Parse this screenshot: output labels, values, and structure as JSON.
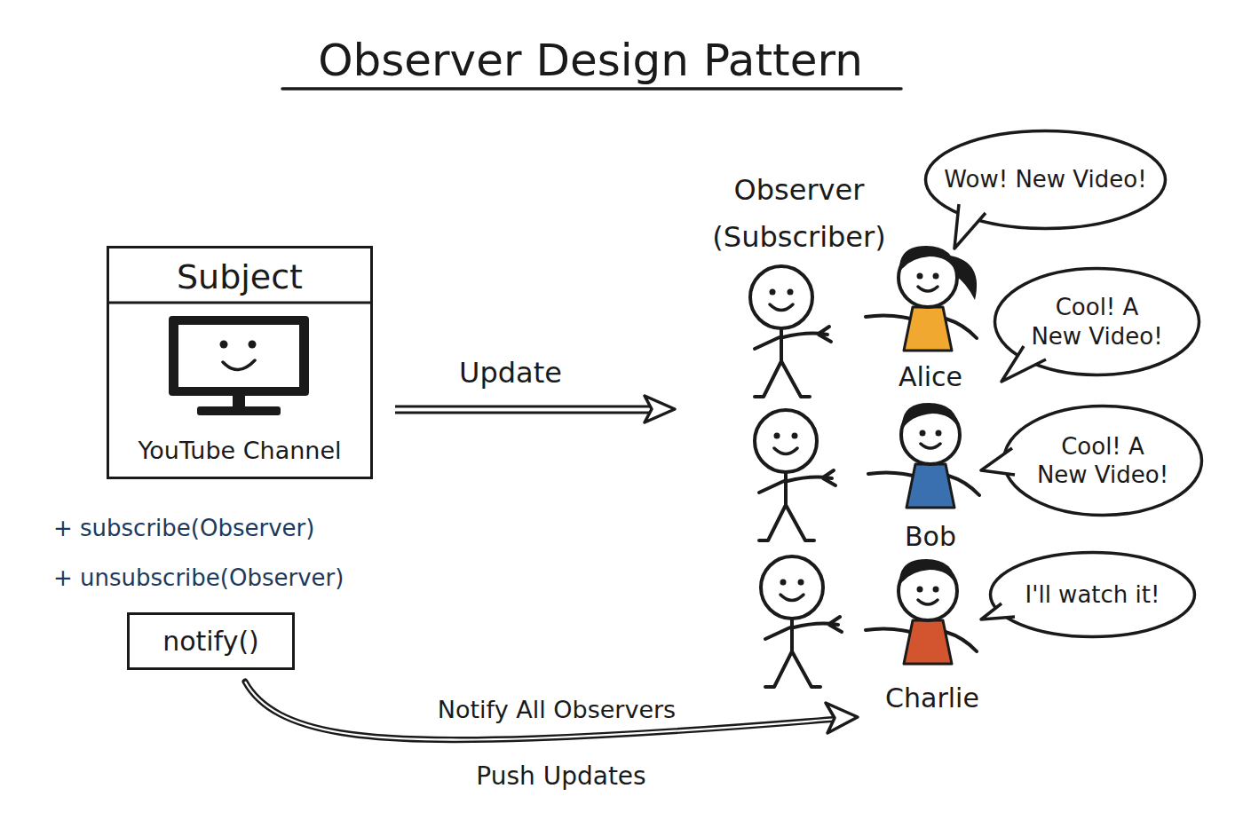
{
  "diagram": {
    "title": "Observer Design Pattern",
    "nodes": [
      {
        "text": [
          "Subject",
          "YouTube Channel"
        ]
      },
      {
        "text": [
          "notify()"
        ]
      },
      {
        "text": [
          "Wow! New Video!"
        ]
      },
      {
        "text": [
          "Cool! A New Video!"
        ]
      },
      {
        "text": [
          "Cool! A New Video!"
        ]
      },
      {
        "text": [
          "I'll watch it!"
        ]
      }
    ],
    "labels": [
      "+ subscribe(Observer)",
      "+ unsubscribe(Observer)",
      "Update",
      "Observer (Subscriber)",
      "Alice",
      "Bob",
      "Charlie",
      "Notify All Observers",
      "Push Updates"
    ]
  }
}
